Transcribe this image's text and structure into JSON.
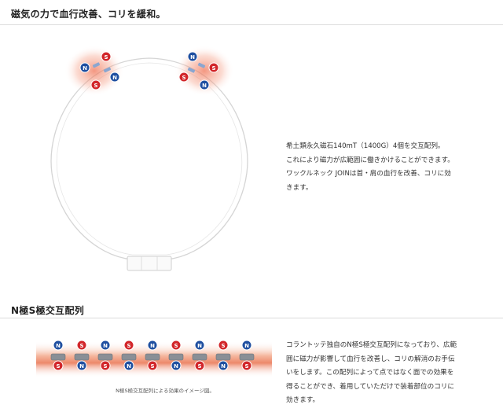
{
  "section1": {
    "title": "磁気の力で血行改善、コリを緩和。",
    "description": [
      "希土類永久磁石140mT（1400G）4個を交互配列。",
      "これにより磁力が広範囲に働きかけることができます。",
      "ワックルネック JOINは首・肩の血行を改善、コリに効",
      "きます。"
    ]
  },
  "section2": {
    "title": "N極S極交互配列",
    "caption": "N極S極交互配列による効果のイメージ図。",
    "description": [
      "コラントッテ独自のN極S極交互配列になっており、広範",
      "囲に磁力が影響して血行を改善し、コリの解消のお手伝",
      "いをします。この配列によって点ではなく面での効果を",
      "得ることができ、着用していただけで装着部位のコリに",
      "効きます。"
    ]
  },
  "magnet_labels": {
    "north": "N",
    "south": "S"
  },
  "colors": {
    "north": "#1f4fa0",
    "south": "#d2262a",
    "glow": "#e85a3c"
  }
}
